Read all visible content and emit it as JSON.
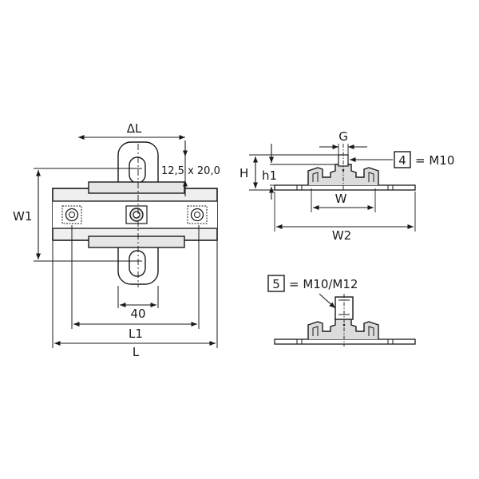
{
  "labels": {
    "delta_l": "ΔL",
    "slot": "12,5 x 20,0",
    "w1": "W1",
    "dim_40": "40",
    "l1": "L1",
    "l": "L",
    "g": "G",
    "h": "H",
    "h1": "h1",
    "w": "W",
    "w2": "W2",
    "callout_4_num": "4",
    "callout_4_text": "= M10",
    "callout_5_num": "5",
    "callout_5_text": "= M10/M12"
  },
  "colors": {
    "line": "#1a1a1a",
    "fill_light": "#e6e6e6",
    "fill_mid": "#bfbfbf",
    "background": "#ffffff"
  }
}
